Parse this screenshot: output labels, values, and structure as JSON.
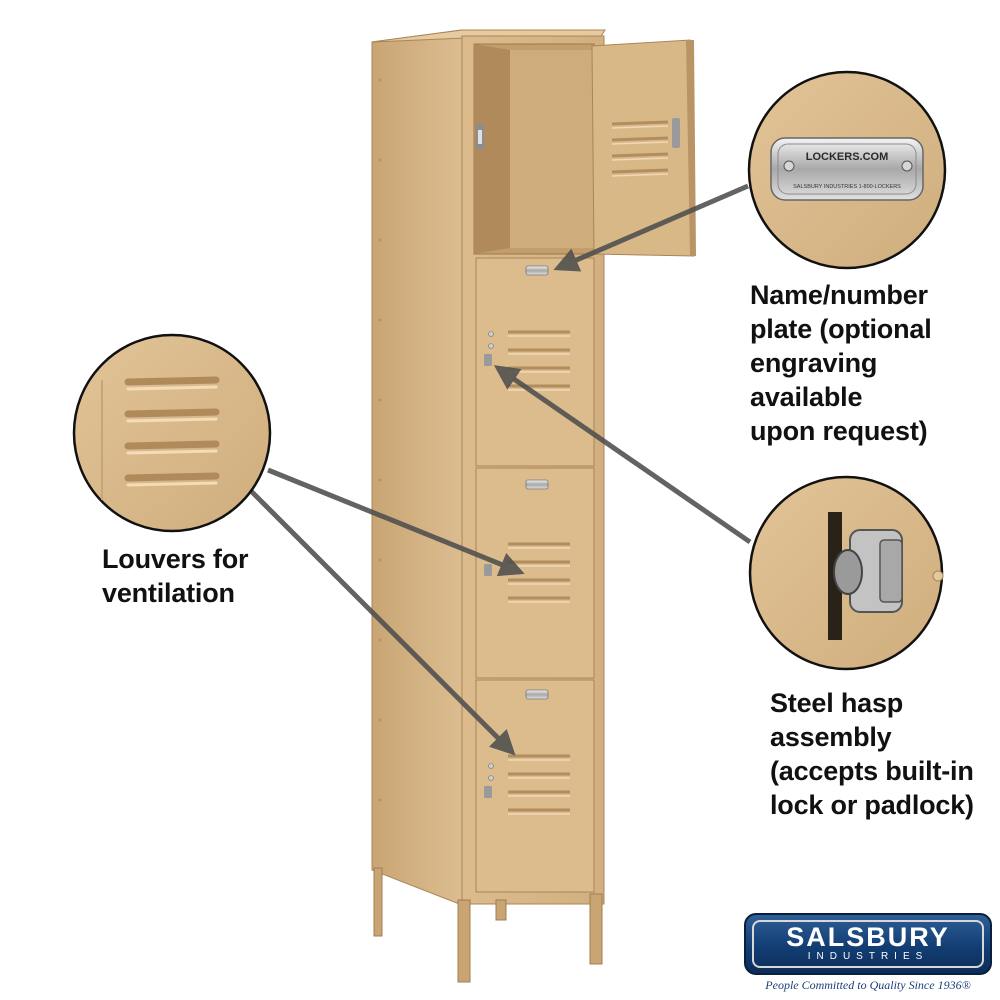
{
  "callouts": {
    "nameplate_text": "Name/number\nplate (optional\nengraving available\nupon request)",
    "louvers_text": "Louvers for\nventilation",
    "hasp_text": "Steel hasp\nassembly\n(accepts built-in\nlock or padlock)"
  },
  "nameplate_closeup": {
    "line1": "LOCKERS.COM",
    "line2": "SALSBURY INDUSTRIES   1-800-LOCKERS"
  },
  "logo": {
    "name": "SALSBURY",
    "sub": "INDUSTRIES",
    "tagline": "People Committed to Quality Since 1936®"
  },
  "colors": {
    "tan": "#d6b483",
    "tan_dark": "#b99464",
    "arrow": "#555555",
    "logo_blue": "#123e74"
  }
}
